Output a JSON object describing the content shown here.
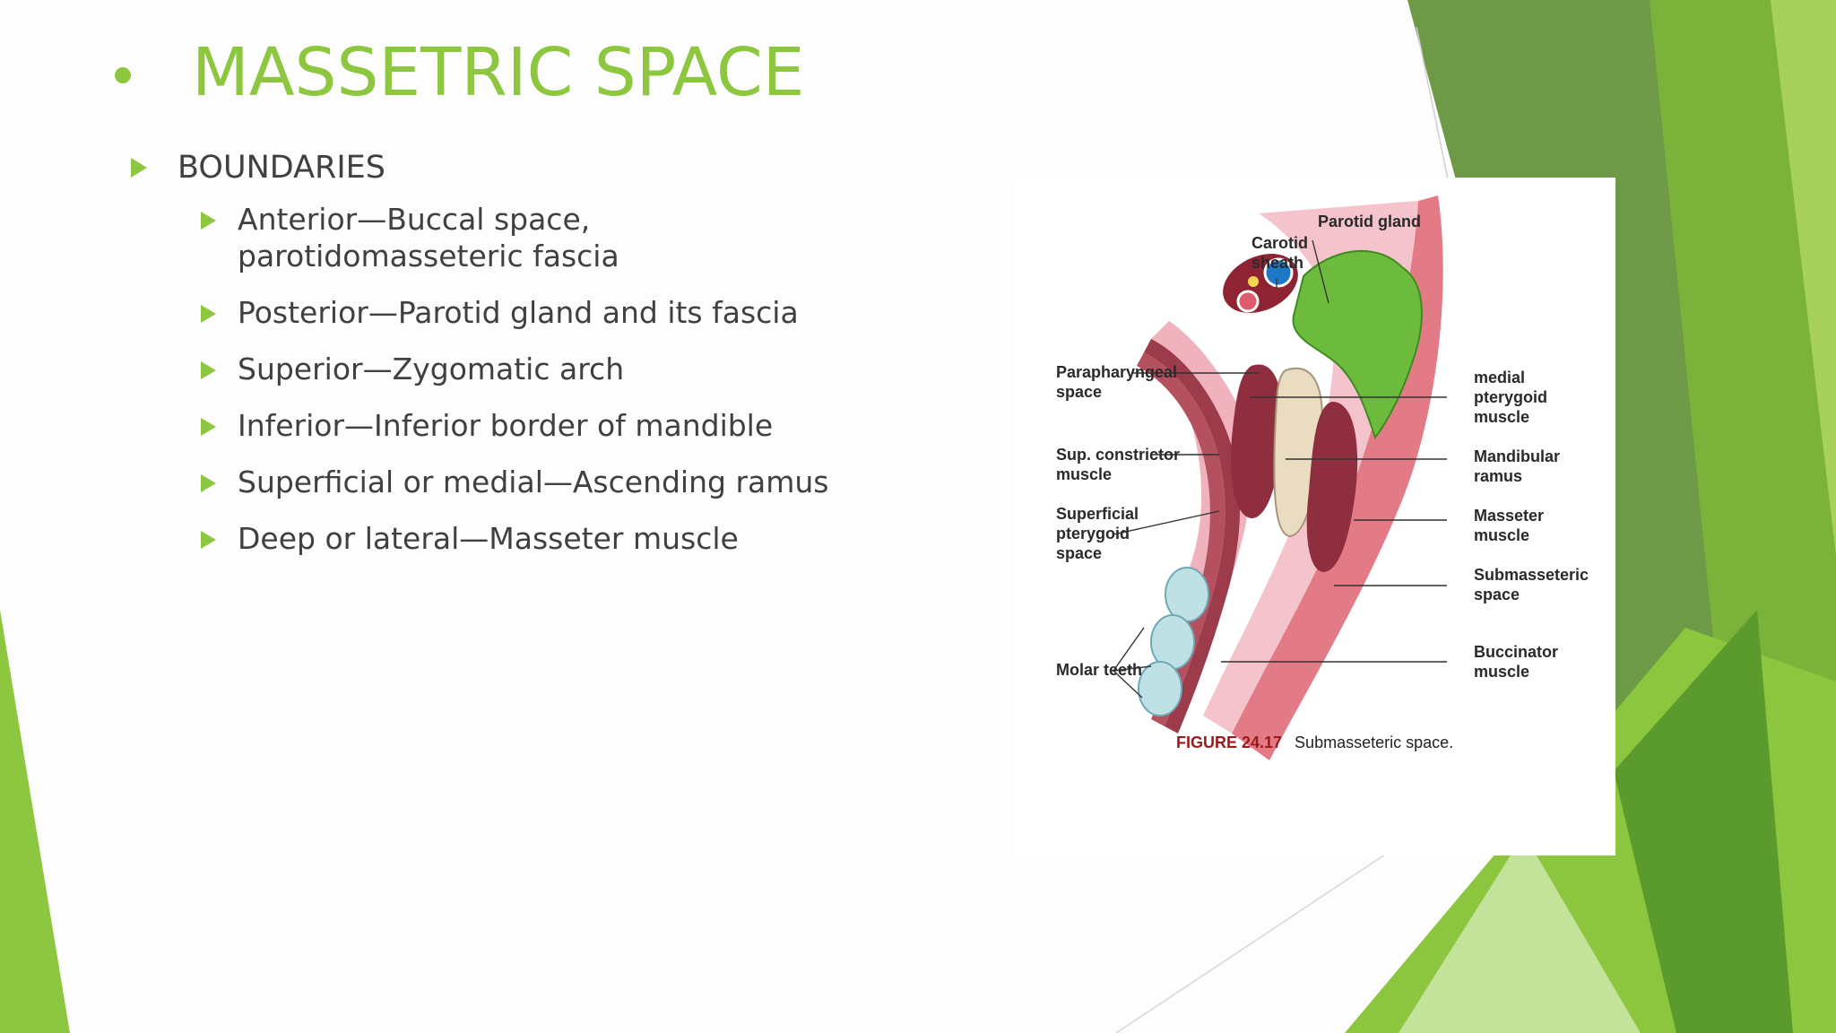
{
  "slide": {
    "title": "MASSETRIC SPACE",
    "heading": "BOUNDARIES",
    "items": [
      "Anterior—Buccal space, parotidomasseteric fascia",
      "Posterior—Parotid gland and its fascia",
      "Superior—Zygomatic arch",
      "Inferior—Inferior border of mandible",
      "Superficial or medial—Ascending ramus",
      "Deep or lateral—Masseter muscle"
    ]
  },
  "figure": {
    "labels": {
      "parotid_gland": "Parotid gland",
      "carotid_sheath": "Carotid\nsheath",
      "parapharyngeal_space": "Parapharyngeal\nspace",
      "sup_constrictor": "Sup. constrictor\nmuscle",
      "superficial_pterygoid": "Superficial\npterygoid\nspace",
      "molar_teeth": "Molar teeth",
      "medial_pterygoid": "medial\npterygoid\nmuscle",
      "mandibular_ramus": "Mandibular\nramus",
      "masseter_muscle": "Masseter\nmuscle",
      "submasseteric_space": "Submasseteric\nspace",
      "buccinator_muscle": "Buccinator\nmuscle"
    },
    "caption_number": "FIGURE 24.17",
    "caption_text": "Submasseteric space."
  },
  "colors": {
    "accent": "#8dc63f",
    "accent_dark": "#5e8f2a",
    "text": "#404040"
  }
}
